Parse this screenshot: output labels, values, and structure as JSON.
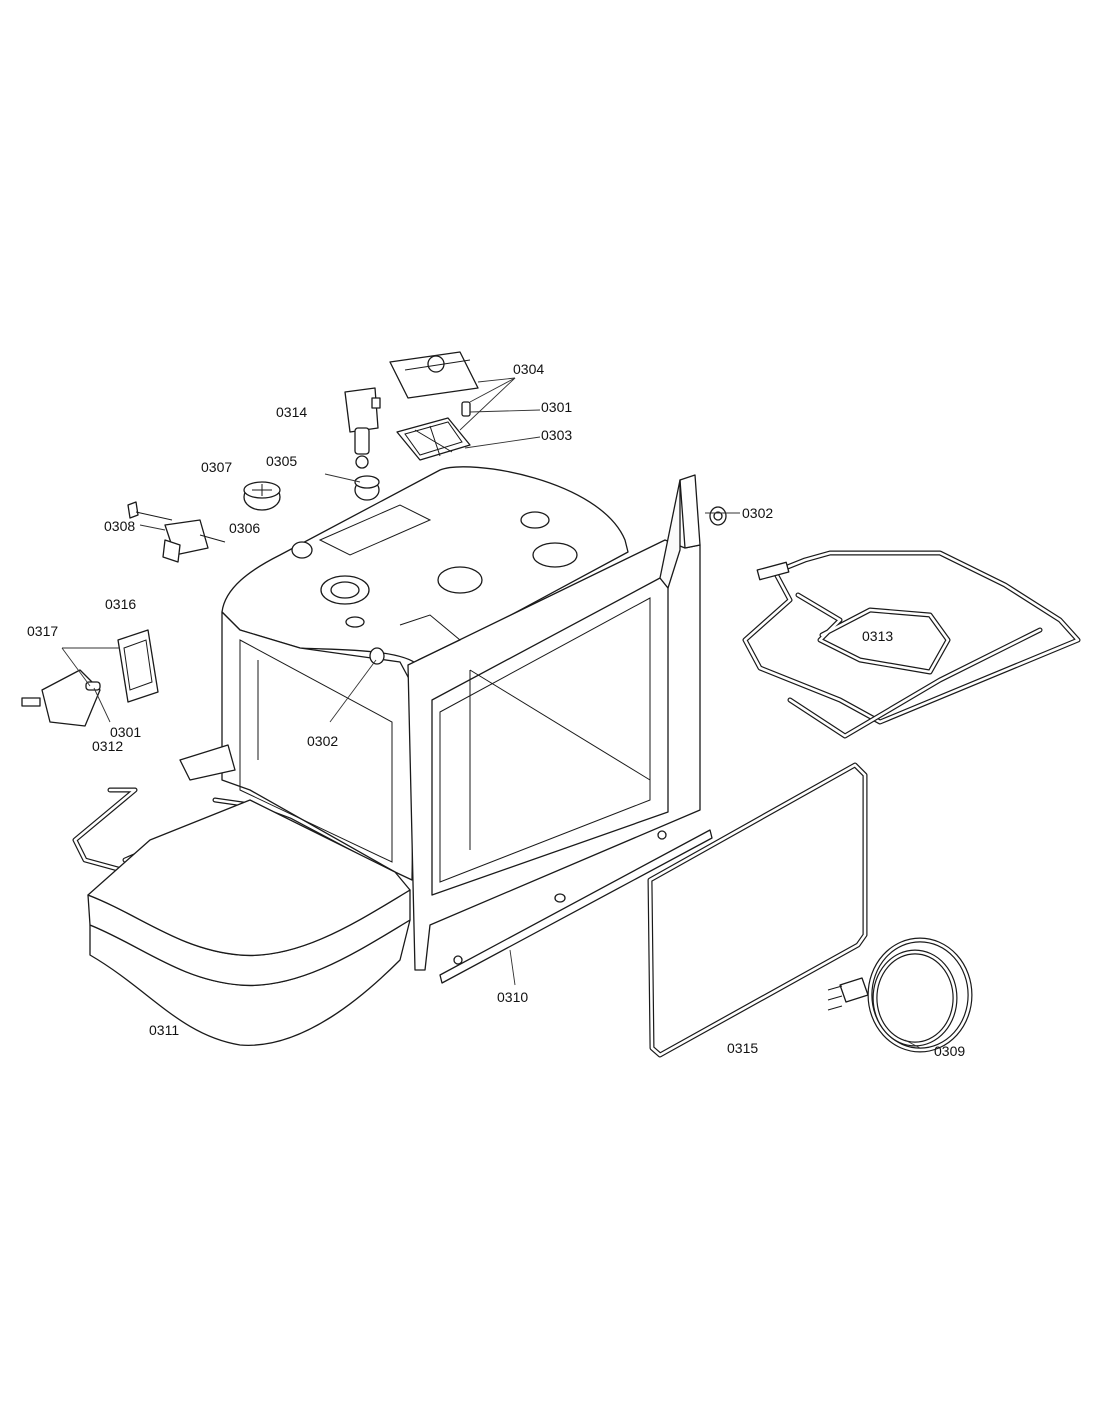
{
  "labels": {
    "p0304": "0304",
    "p0301_top": "0301",
    "p0303": "0303",
    "p0314": "0314",
    "p0307": "0307",
    "p0305": "0305",
    "p0302_right": "0302",
    "p0308": "0308",
    "p0306": "0306",
    "p0316": "0316",
    "p0317": "0317",
    "p0301_left": "0301",
    "p0313": "0313",
    "p0302_mid": "0302",
    "p0312": "0312",
    "p0310": "0310",
    "p0311": "0311",
    "p0315": "0315",
    "p0309": "0309"
  }
}
